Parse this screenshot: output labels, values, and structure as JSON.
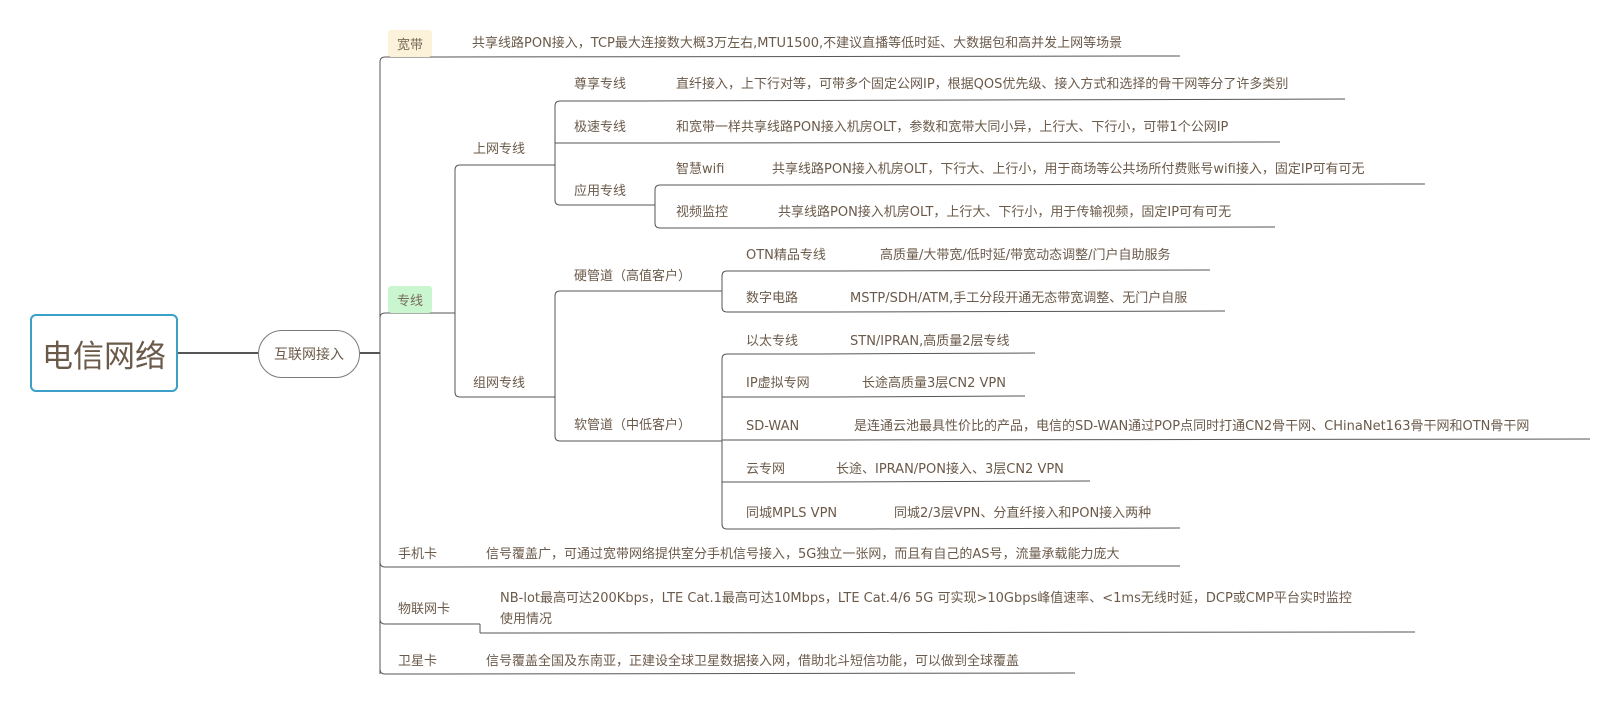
{
  "root": {
    "label": "电信网络"
  },
  "hub": {
    "label": "互联网接入"
  },
  "colors": {
    "root_border": "#3aa0c8",
    "broadband_tag": "#fbf2d9",
    "dedicated_tag": "#c9f5cf",
    "line": "#555555",
    "text": "#6b5a4a"
  },
  "branches": {
    "broadband": {
      "label": "宽带",
      "desc": "共享线路PON接入，TCP最大连接数大概3万左右,MTU1500,不建议直播等低时延、大数据包和高并发上网等场景"
    },
    "dedicated": {
      "label": "专线",
      "internet": {
        "label": "上网专线",
        "items": [
          {
            "label": "尊享专线",
            "desc": "直纤接入，上下行对等，可带多个固定公网IP，根据QOS优先级、接入方式和选择的骨干网等分了许多类别"
          },
          {
            "label": "极速专线",
            "desc": "和宽带一样共享线路PON接入机房OLT，参数和宽带大同小异，上行大、下行小，可带1个公网IP"
          }
        ],
        "app": {
          "label": "应用专线",
          "items": [
            {
              "label": "智慧wifi",
              "desc": "共享线路PON接入机房OLT，下行大、上行小，用于商场等公共场所付费账号wifi接入，固定IP可有可无"
            },
            {
              "label": "视频监控",
              "desc": "共享线路PON接入机房OLT，上行大、下行小，用于传输视频，固定IP可有可无"
            }
          ]
        }
      },
      "network": {
        "label": "组网专线",
        "hard": {
          "label": "硬管道（高值客户）",
          "items": [
            {
              "label": "OTN精品专线",
              "desc": "高质量/大带宽/低时延/带宽动态调整/门户自助服务"
            },
            {
              "label": "数字电路",
              "desc": "MSTP/SDH/ATM,手工分段开通无态带宽调整、无门户自服"
            }
          ]
        },
        "soft": {
          "label": "软管道（中低客户）",
          "items": [
            {
              "label": "以太专线",
              "desc": "STN/IPRAN,高质量2层专线"
            },
            {
              "label": "IP虚拟专网",
              "desc": "长途高质量3层CN2 VPN"
            },
            {
              "label": "SD-WAN",
              "desc": "是连通云池最具性价比的产品，电信的SD-WAN通过POP点同时打通CN2骨干网、CHinaNet163骨干网和OTN骨干网"
            },
            {
              "label": "云专网",
              "desc": "长途、IPRAN/PON接入、3层CN2 VPN"
            },
            {
              "label": "同城MPLS VPN",
              "desc": "同城2/3层VPN、分直纤接入和PON接入两种"
            }
          ]
        }
      }
    },
    "mobile": {
      "label": "手机卡",
      "desc": "信号覆盖广，可通过宽带网络提供室分手机信号接入，5G独立一张网，而且有自己的AS号，流量承载能力庞大"
    },
    "iot": {
      "label": "物联网卡",
      "desc_line1": "NB-lot最高可达200Kbps，LTE Cat.1最高可达10Mbps，LTE Cat.4/6 5G 可实现>10Gbps峰值速率、<1ms无线时延，DCP或CMP平台实时监控",
      "desc_line2": "使用情况"
    },
    "satellite": {
      "label": "卫星卡",
      "desc": "信号覆盖全国及东南亚，正建设全球卫星数据接入网，借助北斗短信功能，可以做到全球覆盖"
    }
  }
}
